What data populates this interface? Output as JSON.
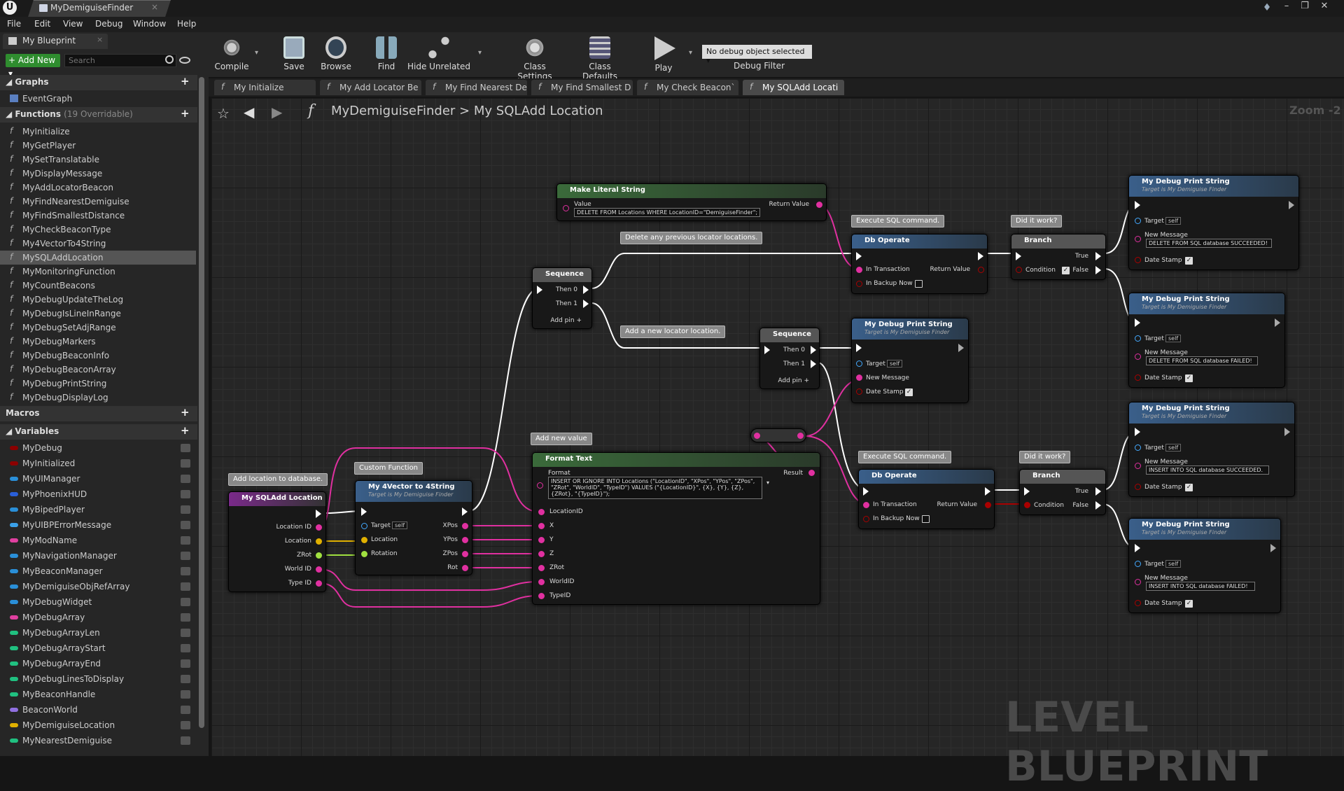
{
  "window": {
    "title": "MyDemiguiseFinder"
  },
  "menu": [
    "File",
    "Edit",
    "View",
    "Debug",
    "Window",
    "Help"
  ],
  "left_panel": {
    "tab": "My Blueprint",
    "add_new": "Add New",
    "search_placeholder": "Search",
    "graphs_header": "Graphs",
    "event_graph": "EventGraph",
    "functions_header": "Functions",
    "functions_count": "(19 Overridable)",
    "functions": [
      "MyInitialize",
      "MyGetPlayer",
      "MySetTranslatable",
      "MyDisplayMessage",
      "MyAddLocatorBeacon",
      "MyFindNearestDemiguise",
      "MyFindSmallestDistance",
      "MyCheckBeaconType",
      "My4VectorTo4String",
      "MySQLAddLocation",
      "MyMonitoringFunction",
      "MyCountBeacons",
      "MyDebugUpdateTheLog",
      "MyDebugIsLineInRange",
      "MyDebugSetAdjRange",
      "MyDebugMarkers",
      "MyDebugBeaconInfo",
      "MyDebugBeaconArray",
      "MyDebugPrintString",
      "MyDebugDisplayLog"
    ],
    "macros_header": "Macros",
    "variables_header": "Variables",
    "variables": [
      {
        "name": "MyDebug",
        "color": "#8b0000"
      },
      {
        "name": "MyInitialized",
        "color": "#8b0000"
      },
      {
        "name": "MyUIManager",
        "color": "#2a8fd8"
      },
      {
        "name": "MyPhoenixHUD",
        "color": "#2a5fd8"
      },
      {
        "name": "MyBipedPlayer",
        "color": "#2a8fd8"
      },
      {
        "name": "MyUIBPErrorMessage",
        "color": "#3aa0e8"
      },
      {
        "name": "MyModName",
        "color": "#e040a0"
      },
      {
        "name": "MyNavigationManager",
        "color": "#2a8fd8"
      },
      {
        "name": "MyBeaconManager",
        "color": "#2a8fd8"
      },
      {
        "name": "MyDemiguiseObjRefArray",
        "color": "#2a8fd8"
      },
      {
        "name": "MyDebugWidget",
        "color": "#2a8fd8"
      },
      {
        "name": "MyDebugArray",
        "color": "#e040a0"
      },
      {
        "name": "MyDebugArrayLen",
        "color": "#20c080"
      },
      {
        "name": "MyDebugArrayStart",
        "color": "#20c080"
      },
      {
        "name": "MyDebugArrayEnd",
        "color": "#20c080"
      },
      {
        "name": "MyDebugLinesToDisplay",
        "color": "#20c080"
      },
      {
        "name": "MyBeaconHandle",
        "color": "#20c080"
      },
      {
        "name": "BeaconWorld",
        "color": "#9070e0"
      },
      {
        "name": "MyDemiguiseLocation",
        "color": "#e0b000"
      },
      {
        "name": "MyNearestDemiguise",
        "color": "#20c080"
      }
    ]
  },
  "toolbar": {
    "compile": "Compile",
    "save": "Save",
    "browse": "Browse",
    "find": "Find",
    "hide_unrelated": "Hide Unrelated",
    "class_settings": "Class Settings",
    "class_defaults": "Class Defaults",
    "play": "Play",
    "debug_object": "No debug object selected",
    "debug_filter": "Debug Filter"
  },
  "graph_tabs": [
    "My Initialize",
    "My Add Locator Be",
    "My Find Nearest De",
    "My Find Smallest D",
    "My Check Beacon`",
    "My SQLAdd Locati"
  ],
  "breadcrumb": {
    "root": "MyDemiguiseFinder",
    "sep": ">",
    "current": "My SQLAdd Location"
  },
  "zoom": "Zoom -2",
  "watermark": "LEVEL BLUEPRINT",
  "comments": {
    "add_location": "Add location to database.",
    "custom_function": "Custom Function",
    "add_new_value": "Add new value",
    "delete_prev": "Delete any previous locator locations.",
    "add_new_locator": "Add a new locator location.",
    "exec_sql1": "Execute SQL command.",
    "exec_sql2": "Execute SQL command.",
    "did_it_work1": "Did it work?",
    "did_it_work2": "Did it work?"
  },
  "nodes": {
    "entry": {
      "title": "My SQLAdd Location",
      "pins": [
        "Location ID",
        "Location",
        "ZRot",
        "World ID",
        "Type ID"
      ]
    },
    "vec": {
      "title": "My 4Vector to 4String",
      "sub": "Target is My Demiguise Finder",
      "target": "Target",
      "self": "self",
      "in": [
        "Location",
        "Rotation"
      ],
      "out": [
        "XPos",
        "YPos",
        "ZPos",
        "Rot"
      ]
    },
    "literal": {
      "title": "Make Literal String",
      "value_label": "Value",
      "value": "DELETE FROM Locations WHERE LocationID=\"DemiguiseFinder\";",
      "ret": "Return Value"
    },
    "seq1": {
      "title": "Sequence",
      "then0": "Then 0",
      "then1": "Then 1",
      "addpin": "Add pin"
    },
    "seq2": {
      "title": "Sequence",
      "then0": "Then 0",
      "then1": "Then 1",
      "addpin": "Add pin"
    },
    "format": {
      "title": "Format Text",
      "format_label": "Format",
      "format_text": "INSERT OR IGNORE INTO Locations (\"LocationID\", \"XPos\", \"YPos\", \"ZPos\", \"ZRot\", \"WorldID\", \"TypeID\") VALUES (\"{LocationID}\", {X}, {Y}, {Z}, {ZRot}, \"{TypeID}\");",
      "result": "Result",
      "pins": [
        "LocationID",
        "X",
        "Y",
        "Z",
        "ZRot",
        "WorldID",
        "TypeID"
      ]
    },
    "db1": {
      "title": "Db Operate",
      "in_tx": "In Transaction",
      "ret": "Return Value",
      "backup": "In Backup Now"
    },
    "db2": {
      "title": "Db Operate",
      "in_tx": "In Transaction",
      "ret": "Return Value",
      "backup": "In Backup Now"
    },
    "br1": {
      "title": "Branch",
      "cond": "Condition",
      "t": "True",
      "f": "False"
    },
    "br2": {
      "title": "Branch",
      "cond": "Condition",
      "t": "True",
      "f": "False"
    },
    "ps_mid": {
      "title": "My Debug Print String",
      "sub": "Target is My Demiguise Finder",
      "target": "Target",
      "self": "self",
      "msg": "New Message",
      "date": "Date Stamp"
    },
    "ps1": {
      "title": "My Debug Print String",
      "sub": "Target is My Demiguise Finder",
      "target": "Target",
      "self": "self",
      "msg": "New Message",
      "val": "DELETE FROM SQL database SUCCEEDED!",
      "date": "Date Stamp"
    },
    "ps2": {
      "title": "My Debug Print String",
      "sub": "Target is My Demiguise Finder",
      "target": "Target",
      "self": "self",
      "msg": "New Message",
      "val": "DELETE FROM SQL database FAILED!",
      "date": "Date Stamp"
    },
    "ps3": {
      "title": "My Debug Print String",
      "sub": "Target is My Demiguise Finder",
      "target": "Target",
      "self": "self",
      "msg": "New Message",
      "val": "INSERT INTO SQL database SUCCEEDED.",
      "date": "Date Stamp"
    },
    "ps4": {
      "title": "My Debug Print String",
      "sub": "Target is My Demiguise Finder",
      "target": "Target",
      "self": "self",
      "msg": "New Message",
      "val": "INSERT INTO SQL database FAILED!",
      "date": "Date Stamp"
    }
  }
}
